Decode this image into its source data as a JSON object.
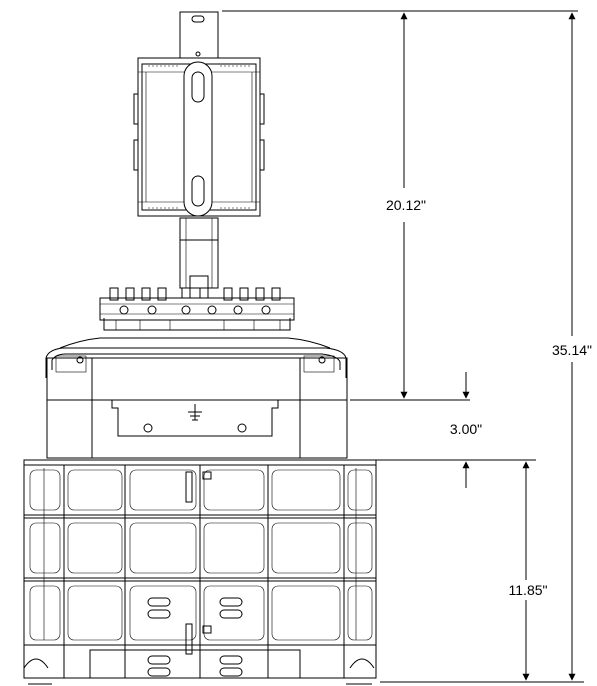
{
  "dimensions": {
    "top_to_grade": "20.12\"",
    "base_gap": "3.00\"",
    "overall_height": "35.14\"",
    "pedestal_height": "11.85\""
  }
}
